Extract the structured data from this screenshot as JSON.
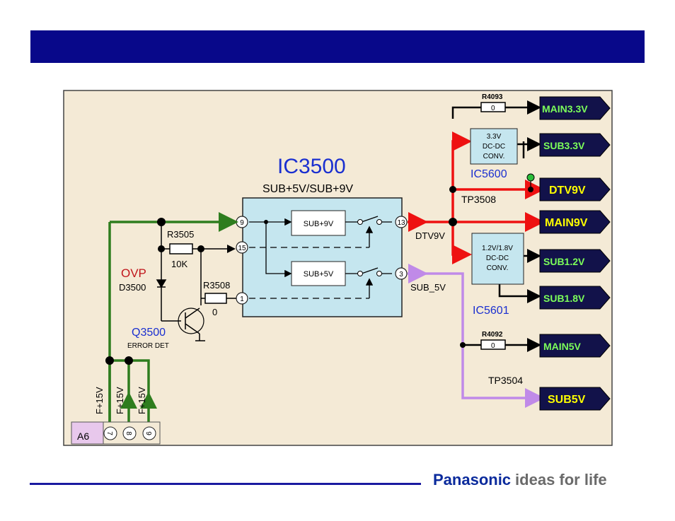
{
  "header": {
    "title": ""
  },
  "colors": {
    "accent": "#08088a",
    "panel_bg": "#f4ead6",
    "ic_fill": "#c5e6ef",
    "green_wire": "#2e7d1e",
    "red_wire": "#ee1111",
    "purple_wire": "#c08ae8",
    "connector_fill": "#12124a",
    "connector_text": "#ffff00"
  },
  "schematic": {
    "ic_main": {
      "name": "IC3500",
      "subtitle": "SUB+5V/SUB+9V"
    },
    "blocks": {
      "sub9v": "SUB+9V",
      "sub5v": "SUB+5V"
    },
    "pins": {
      "p9": "9",
      "p15": "15",
      "p1": "1",
      "p13": "13",
      "p3": "3"
    },
    "labels": {
      "r3505": "R3505",
      "r3505_val": "10K",
      "r3508": "R3508",
      "r3508_val": "0",
      "ovp": "OVP",
      "d3500": "D3500",
      "q3500": "Q3500",
      "error_det": "ERROR DET",
      "dtv9v": "DTV9V",
      "sub_5v": "SUB_5V",
      "tp3508": "TP3508",
      "tp3504": "TP3504",
      "r4093": "R4093",
      "r4093_val": "0",
      "r4092": "R4092",
      "r4092_val": "0",
      "ic5600": "IC5600",
      "ic5601": "IC5601",
      "f15v_a": "F+15V",
      "f15v_b": "F+15V",
      "f15v_c": "F+15V",
      "a6": "A6",
      "pin7": "7",
      "pin8": "8",
      "pin9": "9"
    },
    "dcdc1": {
      "line1": "3.3V",
      "line2": "DC-DC",
      "line3": "CONV."
    },
    "dcdc2": {
      "line1": "1.2V/1.8V",
      "line2": "DC-DC",
      "line3": "CONV."
    },
    "connectors": {
      "main33": "MAIN3.3V",
      "sub33": "SUB3.3V",
      "dtv9v": "DTV9V",
      "main9v": "MAIN9V",
      "sub12": "SUB1.2V",
      "sub18": "SUB1.8V",
      "main5v": "MAIN5V",
      "sub5v": "SUB5V"
    }
  },
  "footer": {
    "brand": "Panasonic",
    "tagline": "ideas for life"
  }
}
